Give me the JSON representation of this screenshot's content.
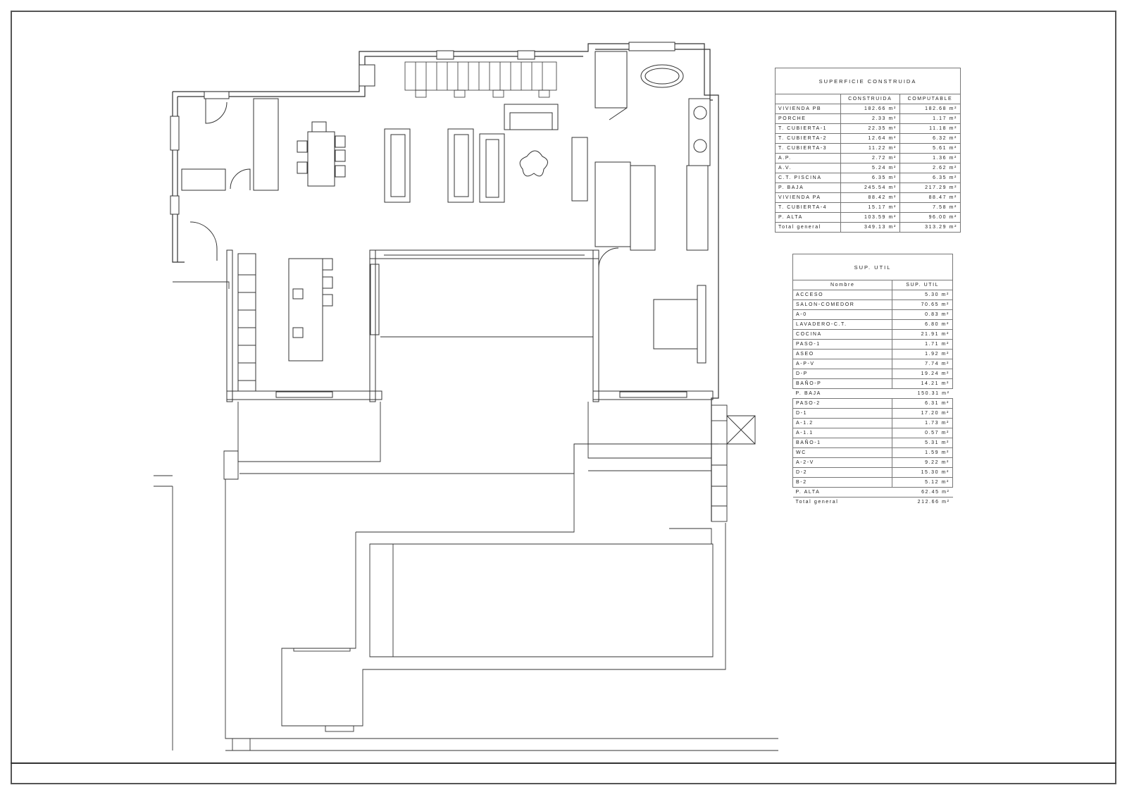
{
  "drawing": {
    "type": "architectural floor plan",
    "stroke_color": "#333333",
    "background": "#ffffff"
  },
  "superficie_construida": {
    "title": "SUPERFICIE CONSTRUIDA",
    "columns": [
      "",
      "CONSTRUIDA",
      "COMPUTABLE"
    ],
    "rows": [
      {
        "name": "VIVIENDA PB",
        "construida": "182.66 m²",
        "computable": "182.68 m²"
      },
      {
        "name": "PORCHE",
        "construida": "2.33 m²",
        "computable": "1.17 m²"
      },
      {
        "name": "T. CUBIERTA-1",
        "construida": "22.35 m²",
        "computable": "11.18 m²"
      },
      {
        "name": "T. CUBIERTA-2",
        "construida": "12.64 m²",
        "computable": "6.32 m²"
      },
      {
        "name": "T. CUBIERTA-3",
        "construida": "11.22 m²",
        "computable": "5.61 m²"
      },
      {
        "name": "A.P.",
        "construida": "2.72 m²",
        "computable": "1.36 m²"
      },
      {
        "name": "A.V.",
        "construida": "5.24 m²",
        "computable": "2.62 m²"
      },
      {
        "name": "C.T. PISCINA",
        "construida": "6.35 m²",
        "computable": "6.35 m²"
      },
      {
        "name": "P. BAJA",
        "construida": "245.54 m²",
        "computable": "217.29 m²"
      },
      {
        "name": "VIVIENDA PA",
        "construida": "88.42 m²",
        "computable": "88.47 m²"
      },
      {
        "name": "T. CUBIERTA-4",
        "construida": "15.17 m²",
        "computable": "7.58 m²"
      },
      {
        "name": "P. ALTA",
        "construida": "103.59 m²",
        "computable": "96.00 m²"
      },
      {
        "name": "Total general",
        "construida": "349.13 m²",
        "computable": "313.29 m²"
      }
    ]
  },
  "sup_util": {
    "title": "SUP. UTIL",
    "columns": [
      "Nombre",
      "SUP. UTIL"
    ],
    "rows": [
      {
        "name": "ACCESO",
        "value": "5.30 m²"
      },
      {
        "name": "SALON-COMEDOR",
        "value": "70.65 m²"
      },
      {
        "name": "A-0",
        "value": "0.83 m²"
      },
      {
        "name": "LAVADERO-C.T.",
        "value": "6.80 m²"
      },
      {
        "name": "COCINA",
        "value": "21.91 m²"
      },
      {
        "name": "PASO-1",
        "value": "1.71 m²"
      },
      {
        "name": "ASEO",
        "value": "1.92 m²"
      },
      {
        "name": "A-P-V",
        "value": "7.74 m²"
      },
      {
        "name": "D-P",
        "value": "19.24 m²"
      },
      {
        "name": "BAÑO-P",
        "value": "14.21 m²"
      },
      {
        "name": "P. BAJA",
        "value": "150.31 m²"
      },
      {
        "name": "PASO-2",
        "value": "6.31 m²"
      },
      {
        "name": "D-1",
        "value": "17.20 m²"
      },
      {
        "name": "A-1.2",
        "value": "1.73 m²"
      },
      {
        "name": "A-1.1",
        "value": "0.57 m²"
      },
      {
        "name": "BAÑO-1",
        "value": "5.31 m²"
      },
      {
        "name": "WC",
        "value": "1.59 m²"
      },
      {
        "name": "A-2-V",
        "value": "9.22 m²"
      },
      {
        "name": "D-2",
        "value": "15.30 m²"
      },
      {
        "name": "B-2",
        "value": "5.12 m²"
      },
      {
        "name": "P. ALTA",
        "value": "62.45 m²"
      },
      {
        "name": "Total general",
        "value": "212.66 m²"
      }
    ]
  }
}
